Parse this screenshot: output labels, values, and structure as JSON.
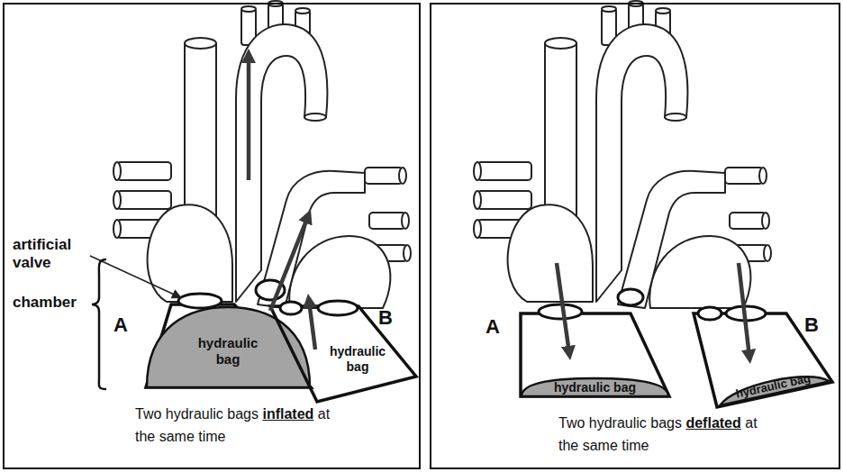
{
  "diagram": {
    "nodes": [
      {
        "text": [
          "Two hydraulic bags",
          "inflated",
          "at the same time"
        ]
      },
      {
        "text": [
          "A"
        ],
        "in": 0
      },
      {
        "text": [
          "hydraulic bag"
        ],
        "in": 1
      },
      {
        "text": [
          "B"
        ],
        "in": 0
      },
      {
        "text": [
          "hydraulic bag"
        ],
        "in": 3
      },
      {
        "text": [
          "Two hydraulic bags",
          "deflated",
          "at the same time"
        ]
      },
      {
        "text": [
          "A"
        ],
        "in": 5
      },
      {
        "text": [
          "hydraulic bag"
        ],
        "in": 6
      },
      {
        "text": [
          "B"
        ],
        "in": 5
      },
      {
        "text": [
          "hydraulic bag"
        ],
        "in": 8
      }
    ],
    "labels": [
      "artificial valve",
      "chamber"
    ]
  }
}
